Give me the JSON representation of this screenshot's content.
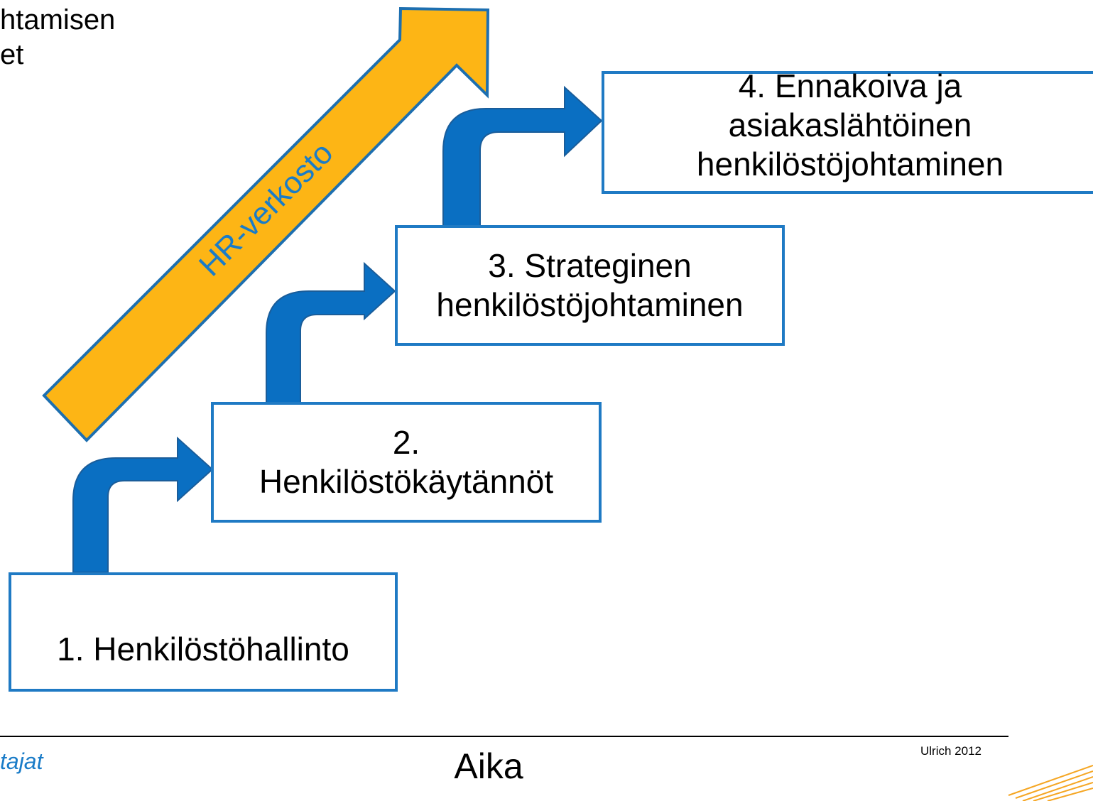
{
  "corner_text": "htamisen\net",
  "stages": [
    {
      "label": "1. Henkilöstöhallinto"
    },
    {
      "label": "2.\nHenkilöstökäytännöt"
    },
    {
      "label": "3. Strateginen\nhenkilöstöjohtaminen"
    },
    {
      "label": "4. Ennakoiva ja\nasiakaslähtöinen\nhenkilöstöjohtaminen"
    }
  ],
  "hr_arrow_label": "HR-verkosto",
  "axis_label": "Aika",
  "source_note": "Ulrich 2012",
  "footer_brand_fragment": "tajat",
  "colors": {
    "box_border": "#1f7ac4",
    "step_arrow": "#0a6fc2",
    "hr_arrow_fill": "#fdb515",
    "hr_arrow_stroke": "#1d6fb0",
    "label_blue": "#1a7cc8",
    "logo_orange": "#f5a623"
  }
}
